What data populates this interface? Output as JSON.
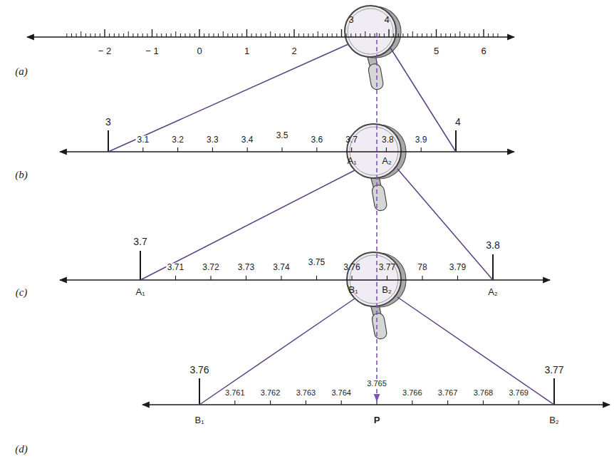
{
  "diagram": {
    "labels": [
      "(a)",
      "− 2",
      "− 1",
      "0",
      "1",
      "2",
      "3",
      "4",
      "5",
      "6",
      "(b)",
      "3",
      "3.1",
      "3.2",
      "3.3",
      "3.4",
      "3.5",
      "3.6",
      "3.7",
      "3.8",
      "3.9",
      "4",
      "A₁",
      "A₂",
      "(c)",
      "3.7",
      "3.71",
      "3.72",
      "3.73",
      "3.74",
      "3.75",
      "3.76",
      "3.77",
      "78",
      "3.79",
      "3.8",
      "A₁",
      "B₁",
      "B₂",
      "A₂",
      "(d)",
      "3.76",
      "3.761",
      "3.762",
      "3.763",
      "3.764",
      "3.765",
      "3.766",
      "3.767",
      "3.768",
      "3.769",
      "3.77",
      "B₁",
      "P",
      "B₂"
    ]
  }
}
